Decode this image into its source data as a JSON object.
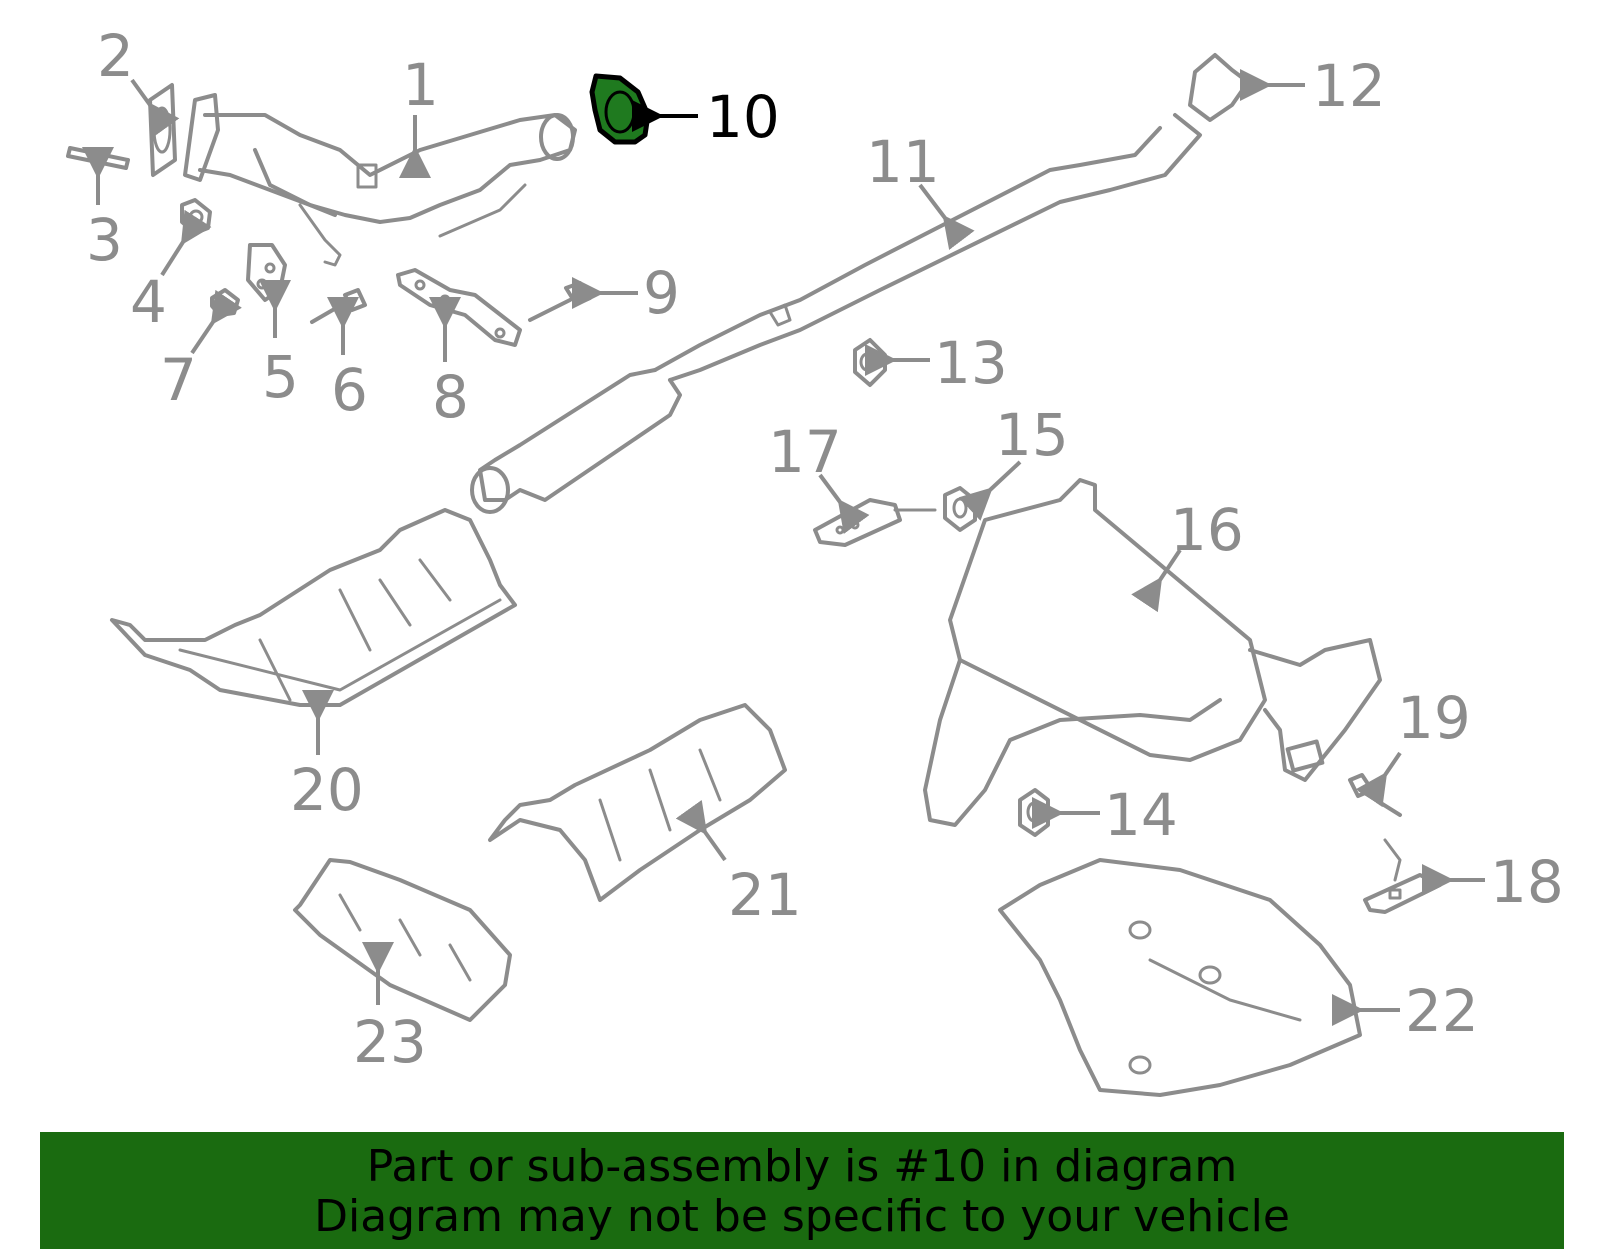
{
  "diagram": {
    "highlight_color": "#1f7a1f",
    "part_color": "#8c8c8c",
    "callouts": [
      {
        "id": "c1",
        "label": "1"
      },
      {
        "id": "c2",
        "label": "2"
      },
      {
        "id": "c3",
        "label": "3"
      },
      {
        "id": "c4",
        "label": "4"
      },
      {
        "id": "c5",
        "label": "5"
      },
      {
        "id": "c6",
        "label": "6"
      },
      {
        "id": "c7",
        "label": "7"
      },
      {
        "id": "c8",
        "label": "8"
      },
      {
        "id": "c9",
        "label": "9"
      },
      {
        "id": "c10",
        "label": "10"
      },
      {
        "id": "c11",
        "label": "11"
      },
      {
        "id": "c12",
        "label": "12"
      },
      {
        "id": "c13",
        "label": "13"
      },
      {
        "id": "c14",
        "label": "14"
      },
      {
        "id": "c15",
        "label": "15"
      },
      {
        "id": "c16",
        "label": "16"
      },
      {
        "id": "c17",
        "label": "17"
      },
      {
        "id": "c18",
        "label": "18"
      },
      {
        "id": "c19",
        "label": "19"
      },
      {
        "id": "c20",
        "label": "20"
      },
      {
        "id": "c21",
        "label": "21"
      },
      {
        "id": "c22",
        "label": "22"
      },
      {
        "id": "c23",
        "label": "23"
      }
    ]
  },
  "banner": {
    "line1": "Part or sub-assembly is #10 in diagram",
    "line2": "Diagram may not be specific to your vehicle",
    "color": "#1a6b10"
  }
}
